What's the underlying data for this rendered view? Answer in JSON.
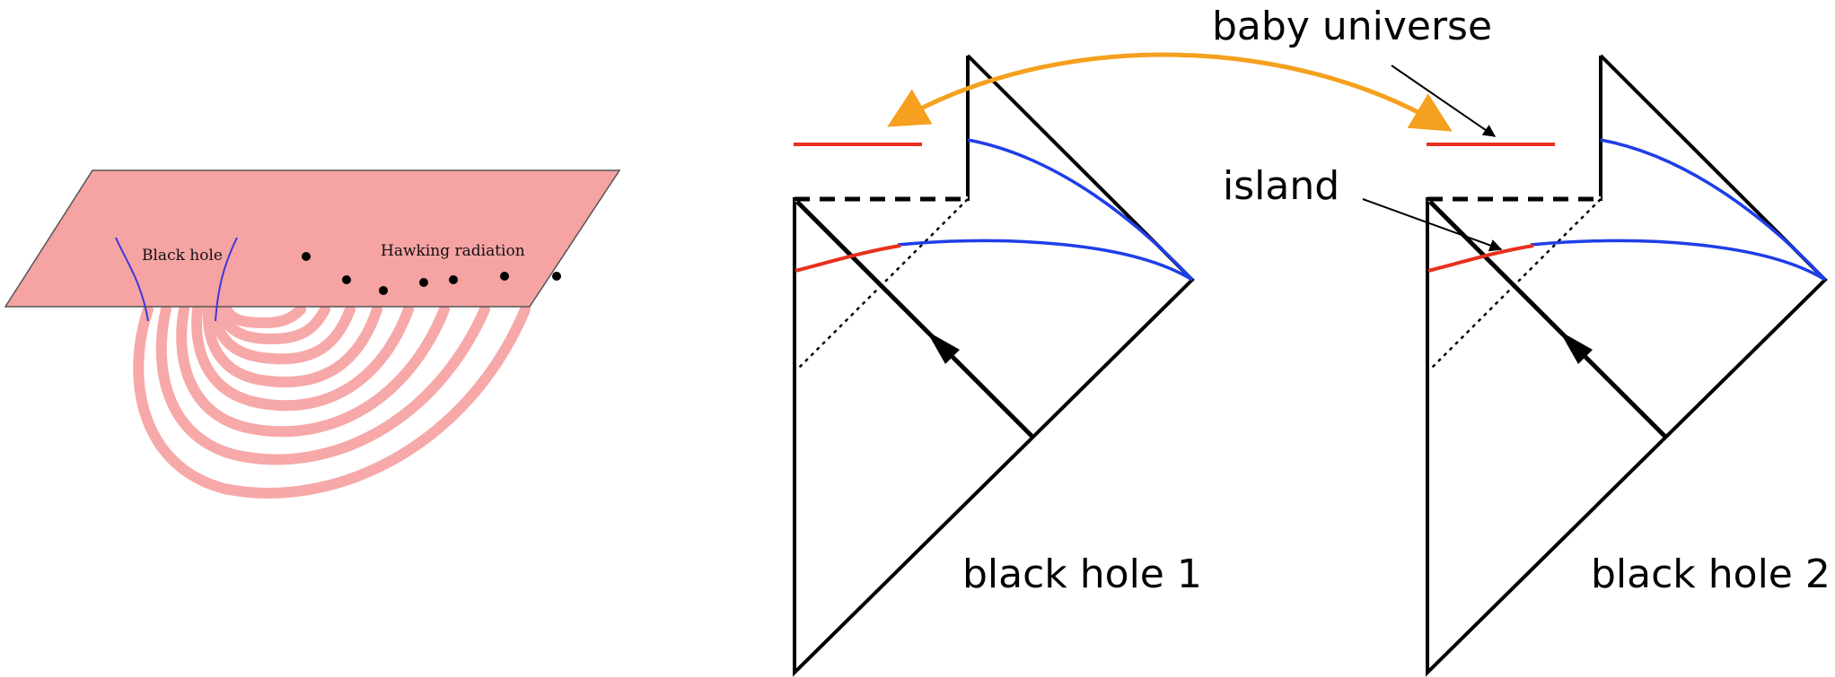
{
  "left_panel": {
    "black_hole_label": "Black hole",
    "radiation_label": "Hawking radiation",
    "sheet_color": "#f5a3a3",
    "wormhole_color": "#f7a8a8",
    "horizon_color": "#3a3ad8"
  },
  "penrose_diagrams": [
    {
      "label": "black hole 1"
    },
    {
      "label": "black hole 2"
    }
  ],
  "annotations": {
    "baby_universe": "baby universe",
    "island": "island"
  },
  "colors": {
    "arrow_orange": "#f5a01e",
    "island_red": "#e8301e",
    "surface_blue": "#1f3ee8",
    "line_black": "#000000"
  }
}
